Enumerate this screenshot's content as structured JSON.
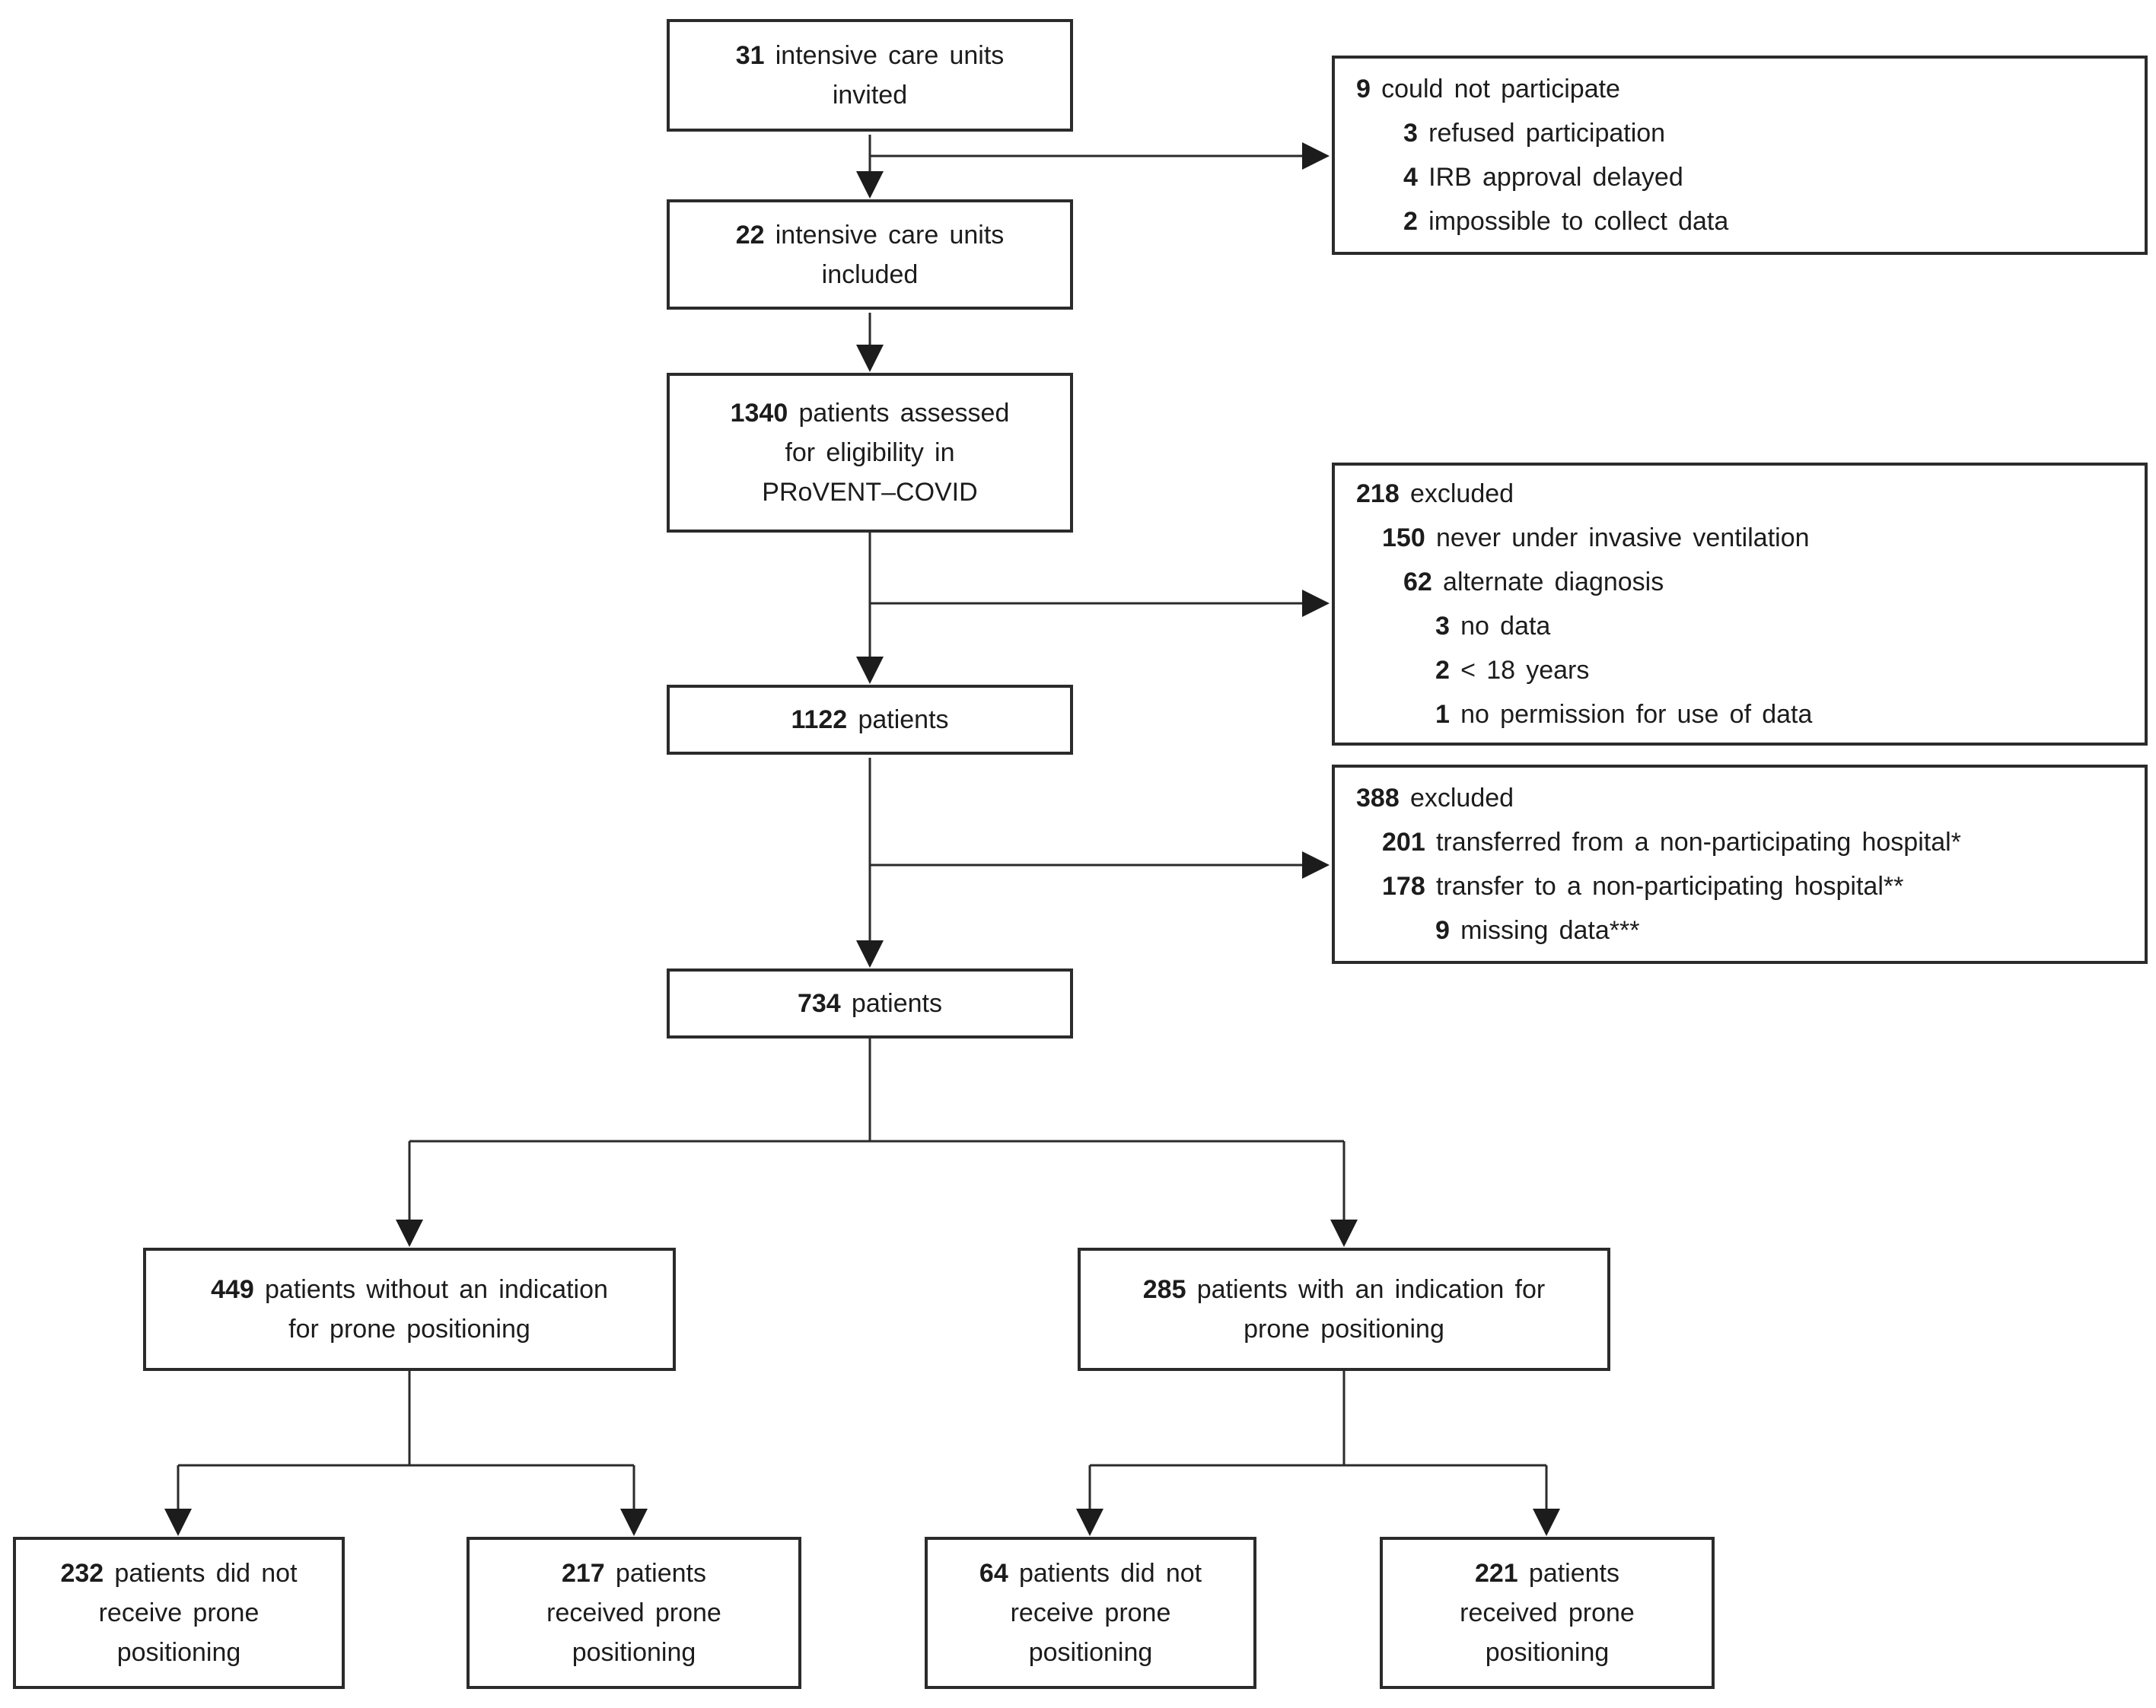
{
  "colors": {
    "line": "#2b2b2b",
    "text": "#1c1c1c",
    "box_bg": "#ffffff"
  },
  "boxes": {
    "invited": {
      "n": "31",
      "t": "intensive care units\ninvited"
    },
    "included": {
      "n": "22",
      "t": "intensive care units\nincluded"
    },
    "assessed": {
      "n": "1340",
      "t": "patients assessed\nfor eligibility in\nPRoVENT–COVID"
    },
    "patients_1122": {
      "n": "1122",
      "t": "patients"
    },
    "patients_734": {
      "n": "734",
      "t": "patients"
    },
    "could_not_participate": {
      "lines": [
        {
          "n": "9",
          "t": "could not participate"
        },
        {
          "n": "3",
          "t": "refused participation"
        },
        {
          "n": "4",
          "t": "IRB approval delayed"
        },
        {
          "n": "2",
          "t": "impossible to collect data"
        }
      ]
    },
    "excluded_218": {
      "lines": [
        {
          "n": "218",
          "t": "excluded"
        },
        {
          "n": "150",
          "t": "never under invasive ventilation"
        },
        {
          "n": "62",
          "t": "alternate diagnosis"
        },
        {
          "n": "3",
          "t": "no data"
        },
        {
          "n": "2",
          "t": "< 18 years"
        },
        {
          "n": "1",
          "t": "no permission for use of data"
        }
      ]
    },
    "excluded_388": {
      "lines": [
        {
          "n": "388",
          "t": "excluded"
        },
        {
          "n": "201",
          "t": "transferred from a non-participating hospital*"
        },
        {
          "n": "178",
          "t": "transfer to a non-participating hospital**"
        },
        {
          "n": "9",
          "t": "missing data***"
        }
      ]
    },
    "without_indication": {
      "n": "449",
      "t": "patients without an indication\nfor prone positioning"
    },
    "with_indication": {
      "n": "285",
      "t": "patients with an indication for\nprone positioning"
    },
    "no_prone_without_indication": {
      "n": "232",
      "t": "patients did not\nreceive prone\npositioning"
    },
    "prone_without_indication": {
      "n": "217",
      "t": "patients\nreceived prone\npositioning"
    },
    "no_prone_with_indication": {
      "n": "64",
      "t": "patients did not\nreceive prone\npositioning"
    },
    "prone_with_indication": {
      "n": "221",
      "t": "patients\nreceived prone\npositioning"
    }
  }
}
